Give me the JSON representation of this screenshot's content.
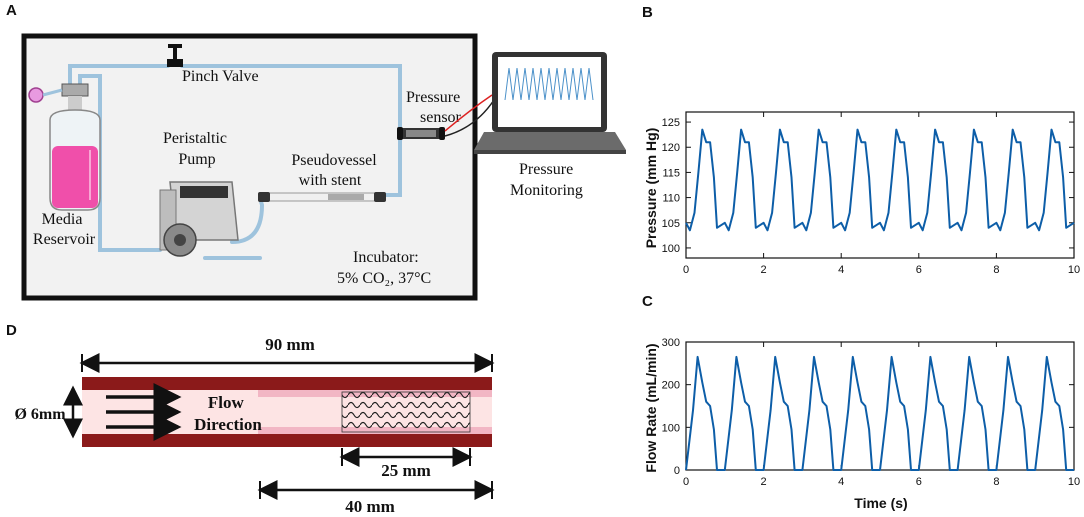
{
  "panels": {
    "a": "A",
    "b": "B",
    "c": "C",
    "d": "D"
  },
  "setup": {
    "pinch_valve": "Pinch Valve",
    "pressure_sensor": [
      "Pressure",
      "sensor"
    ],
    "peristaltic_pump": [
      "Peristaltic",
      "Pump"
    ],
    "pseudovessel": [
      "Pseudovessel",
      "with stent"
    ],
    "media_reservoir": [
      "Media",
      "Reservoir"
    ],
    "incubator": [
      "Incubator:",
      "5% CO₂, 37°C"
    ],
    "pressure_monitoring": [
      "Pressure",
      "Monitoring"
    ]
  },
  "vessel": {
    "length_total": "90 mm",
    "diameter": "Ø 6mm",
    "flow_label": [
      "Flow",
      "Direction"
    ],
    "stent_length": "25 mm",
    "segment_length": "40 mm"
  },
  "colors": {
    "pressure_line": "#0d5ea8",
    "flow_line": "#0d5ea8",
    "vessel_wall": "#8b1a1a",
    "vessel_lumen": "#fde4e4",
    "reservoir_media": "#f04faa"
  },
  "chart_data": [
    {
      "type": "line",
      "ylabel": "Pressure (mm Hg)",
      "xlabel": "",
      "xlim": [
        0,
        10
      ],
      "ylim": [
        98,
        127
      ],
      "xticks": [
        0,
        2,
        4,
        6,
        8,
        10
      ],
      "yticks": [
        100,
        105,
        110,
        115,
        120,
        125
      ],
      "period": 1,
      "cycle_profile": {
        "t": [
          0.0,
          0.1,
          0.22,
          0.32,
          0.42,
          0.52,
          0.62,
          0.72,
          0.8,
          1.0
        ],
        "y": [
          105,
          103.5,
          107,
          115,
          123.5,
          121,
          121,
          114,
          104,
          105
        ]
      },
      "x": [
        0,
        0.1,
        0.22,
        0.32,
        0.42,
        0.52,
        0.62,
        0.72,
        0.8,
        1.0,
        1.1,
        1.22,
        1.32,
        1.42,
        1.52,
        1.62,
        1.72,
        1.8,
        2.0
      ],
      "y": [
        105,
        103.5,
        107,
        115,
        123.5,
        121,
        121,
        114,
        104,
        105,
        103.5,
        107,
        115,
        123.5,
        121,
        121,
        114,
        104,
        105
      ],
      "grid": false
    },
    {
      "type": "line",
      "ylabel": "Flow Rate (mL/min)",
      "xlabel": "Time (s)",
      "xlim": [
        0,
        10
      ],
      "ylim": [
        0,
        300
      ],
      "xticks": [
        0,
        2,
        4,
        6,
        8,
        10
      ],
      "yticks": [
        0,
        100,
        200,
        300
      ],
      "period": 1,
      "cycle_profile": {
        "t": [
          0.0,
          0.18,
          0.3,
          0.42,
          0.52,
          0.62,
          0.72,
          0.8,
          1.0
        ],
        "y": [
          0,
          140,
          265,
          205,
          160,
          150,
          95,
          0,
          0
        ]
      },
      "x": [
        0,
        0.18,
        0.3,
        0.42,
        0.52,
        0.62,
        0.72,
        0.8,
        1.0
      ],
      "y": [
        0,
        140,
        265,
        205,
        160,
        150,
        95,
        0,
        0
      ],
      "grid": false
    }
  ]
}
